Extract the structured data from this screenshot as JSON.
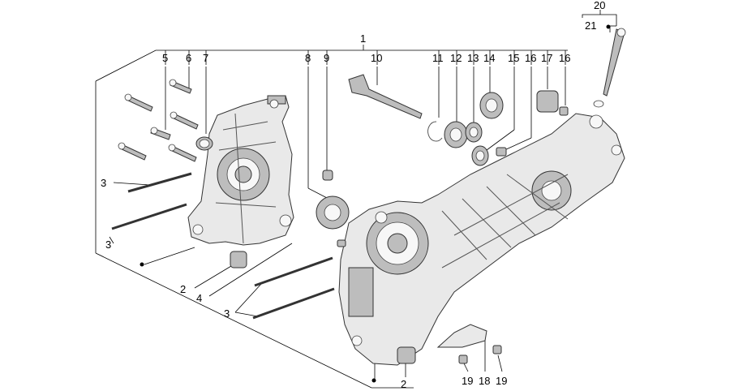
{
  "callouts": [
    "1",
    "2",
    "2",
    "3",
    "3",
    "3",
    "4",
    "5",
    "6",
    "7",
    "8",
    "9",
    "10",
    "11",
    "12",
    "13",
    "14",
    "15",
    "16",
    "16",
    "17",
    "18",
    "19",
    "19",
    "20",
    "21"
  ],
  "colors": {
    "line": "#000000",
    "part_fill": "#e9e9e9",
    "part_dark": "#bdbdbd",
    "background": "#ffffff"
  }
}
